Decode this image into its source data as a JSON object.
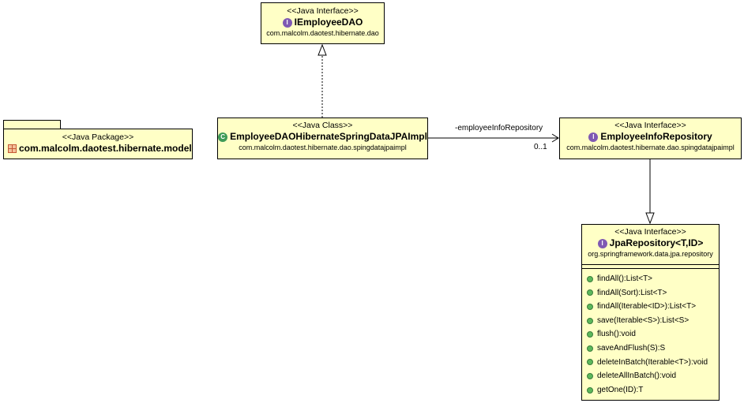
{
  "nodes": {
    "iemployee_dao": {
      "stereotype": "<<Java Interface>>",
      "name": "IEmployeeDAO",
      "package": "com.malcolm.daotest.hibernate.dao",
      "icon": "interface-icon"
    },
    "model_package": {
      "stereotype": "<<Java Package>>",
      "name": "com.malcolm.daotest.hibernate.model",
      "icon": "package-icon"
    },
    "impl_class": {
      "stereotype": "<<Java Class>>",
      "name": "EmployeeDAOHibernateSpringDataJPAImpl",
      "package": "com.malcolm.daotest.hibernate.dao.spingdatajpaimpl",
      "icon": "class-icon"
    },
    "info_repository": {
      "stereotype": "<<Java Interface>>",
      "name": "EmployeeInfoRepository",
      "package": "com.malcolm.daotest.hibernate.dao.spingdatajpaimpl",
      "icon": "interface-icon"
    },
    "jpa_repository": {
      "stereotype": "<<Java Interface>>",
      "name": "JpaRepository<T,ID>",
      "package": "org.springframework.data.jpa.repository",
      "icon": "interface-icon",
      "methods": [
        "findAll():List<T>",
        "findAll(Sort):List<T>",
        "findAll(Iterable<ID>):List<T>",
        "save(Iterable<S>):List<S>",
        "flush():void",
        "saveAndFlush(S):S",
        "deleteInBatch(Iterable<T>):void",
        "deleteAllInBatch():void",
        "getOne(ID):T"
      ]
    }
  },
  "edges": {
    "association": {
      "role": "-employeeInfoRepository",
      "multiplicity": "0..1"
    }
  },
  "colors": {
    "node_fill": "#ffffc6",
    "interface_icon": "#7f59b3",
    "class_icon": "#3f9b57",
    "method_dot": "#5cb85c"
  }
}
